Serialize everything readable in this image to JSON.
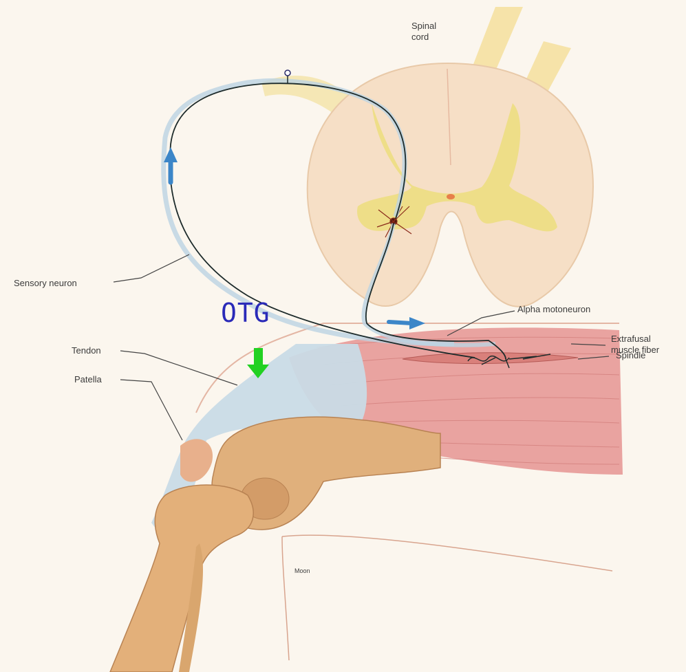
{
  "labels": {
    "spinal_cord": [
      "Spinal",
      "cord"
    ],
    "sensory_neuron": "Sensory neuron",
    "alpha_motoneuron": "Alpha motoneuron",
    "extrafusal": [
      "Extrafusal",
      "muscle fiber"
    ],
    "spindle": "Spindle",
    "tendon": "Tendon",
    "patella": "Patella",
    "moon": "Moon",
    "otg": "OTG"
  },
  "colors": {
    "background": "#fbf6ee",
    "spinal_cord": "#f6dfc6",
    "gray_matter": "#ecde7c",
    "muscle": "#e9a3a0",
    "tendon": "#c9dbe6",
    "bone": "#e0b07c",
    "arrow_blue": "#3c86c8",
    "arrow_green": "#22d122",
    "otg_text": "#2a2ab8"
  }
}
